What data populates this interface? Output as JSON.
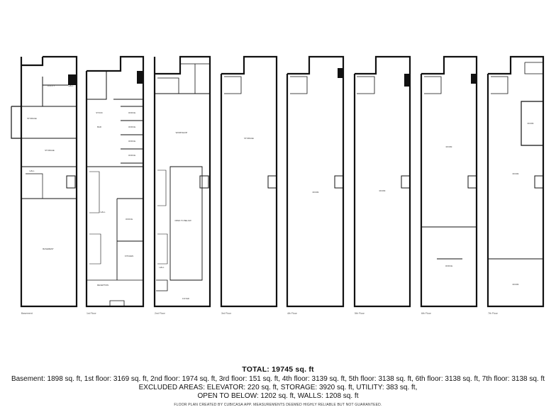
{
  "floors": [
    {
      "caption": "Basement",
      "rooms": [
        "BASEMENT",
        "STORAGE",
        "STORAGE",
        "UTILITY",
        "HALL",
        "HALL"
      ]
    },
    {
      "caption": "1st Floor",
      "rooms": [
        "BAR",
        "STOCK",
        "OFFICE",
        "OFFICE",
        "OFFICE",
        "OFFICE",
        "HALL",
        "RECEPTION",
        "KITCHEN",
        "OFFICE"
      ]
    },
    {
      "caption": "2nd Floor",
      "rooms": [
        "WORKSHOP",
        "OPEN TO BELOW",
        "HALL",
        "FOYER"
      ]
    },
    {
      "caption": "3rd Floor",
      "rooms": [
        "STORAGE"
      ]
    },
    {
      "caption": "4th Floor",
      "rooms": [
        "ROOM"
      ]
    },
    {
      "caption": "5th Floor",
      "rooms": [
        "ROOM"
      ]
    },
    {
      "caption": "6th Floor",
      "rooms": [
        "ROOM",
        "OFFICE"
      ]
    },
    {
      "caption": "7th Floor",
      "rooms": [
        "ROOM",
        "ROOM",
        "ROOM"
      ]
    }
  ],
  "summary": {
    "total": "TOTAL: 19745 sq. ft",
    "areas": "Basement: 1898 sq. ft, 1st floor: 3169 sq. ft, 2nd floor: 1974 sq. ft, 3rd floor: 151 sq. ft, 4th floor: 3139 sq. ft, 5th floor: 3138 sq. ft, 6th floor: 3138 sq. ft, 7th floor: 3138 sq. ft",
    "excluded": "EXCLUDED AREAS: ELEVATOR: 220 sq. ft, STORAGE: 3920 sq. ft, UTILITY: 383 sq. ft,",
    "open_walls": "OPEN TO BELOW: 1202 sq. ft, WALLS: 1208 sq. ft",
    "disclaimer": "FLOOR PLAN CREATED BY CUBICASA APP. MEASUREMENTS DEEMED HIGHLY RELIABLE BUT NOT GUARANTEED."
  }
}
